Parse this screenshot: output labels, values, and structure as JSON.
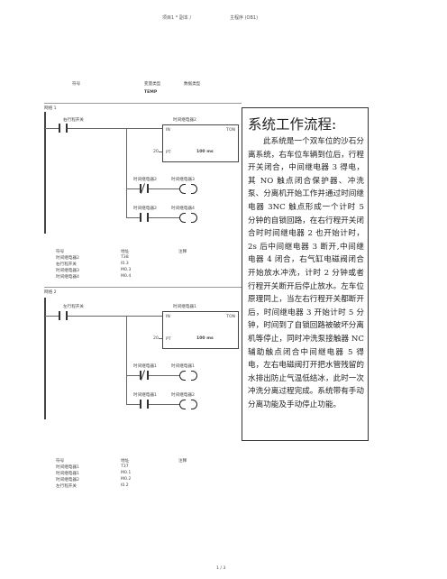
{
  "header": {
    "title": "项目1 * 副本 /",
    "subtitle": "主程序 (OB1)"
  },
  "vars": {
    "col1": "符号",
    "col2": "变量类型",
    "col3": "数据类型",
    "row1": "TEMP"
  },
  "network1": {
    "label": "网络 1",
    "contact_main": "右行程开关",
    "timer_name": "时间继电器2",
    "timer_en": "IN",
    "timer_type": "TON",
    "timer_pt_pin": "PT",
    "timer_pt_val": "20",
    "timer_base": "100 ms",
    "row2_contact": "时间继电器2",
    "row2_coil": "时间继电器3",
    "row3_contact": "时间继电器2",
    "row3_coil": "时间继电器4",
    "table_headers": [
      "符号",
      "地址",
      "注释"
    ],
    "table_rows": [
      [
        "时间继电器2",
        "T38",
        ""
      ],
      [
        "右行程开关",
        "I0.3",
        ""
      ],
      [
        "时间继电器3",
        "M0.3",
        ""
      ],
      [
        "时间继电器4",
        "M0.4",
        ""
      ]
    ]
  },
  "network2": {
    "label": "网络 2",
    "contact_main": "左行程开关",
    "timer_name": "时间继电器1",
    "timer_en": "IN",
    "timer_type": "TON",
    "timer_pt_pin": "PT",
    "timer_pt_val": "20",
    "timer_base": "100 ms",
    "row2_contact": "时间继电器1",
    "row2_coil": "时间继电器1",
    "row3_contact": "时间继电器1",
    "row3_coil": "时间继电器2",
    "table_headers": [
      "符号",
      "地址",
      "注释"
    ],
    "table_rows": [
      [
        "时间继电器1",
        "T37",
        ""
      ],
      [
        "时间继电器1",
        "M0.1",
        ""
      ],
      [
        "时间继电器2",
        "M0.2",
        ""
      ],
      [
        "左行程开关",
        "I0.2",
        ""
      ]
    ]
  },
  "panel": {
    "title": "系统工作流程:",
    "body": "此系统是一个双车位的沙石分离系统，右车位车辆到位后，行程开关闭合，中间继电器 3 得电，其 NO 触点闭合保护器、冲洗泵、分离机开始工作并通过时间继电器 3NC 触点形成一个计时 5 分钟的自锁回路，在右行程开关闭合时时间继电器 2 也开始计时，2s 后中间继电器 3 断开,中间继电器 4 闭合，右气缸电磁阀闭合开始放水冲洗，计时 2 分钟或者行程开关断开后停止放水。左车位原理同上，当左右行程开关都断开后，时间继电器 3 开始计时 5 分钟，时间到了自锁回路被破坏分离机等停止，同时冲洗泵接触器 NC 辅助触点闭合中间继电器 5 得电，左右电磁阀打开把水管残留的水排出防止气温低结冰，此时一次冲洗分离过程完成。系统带有手动分离功能及手动停止功能。"
  },
  "footer": {
    "page": "1 / 3"
  }
}
